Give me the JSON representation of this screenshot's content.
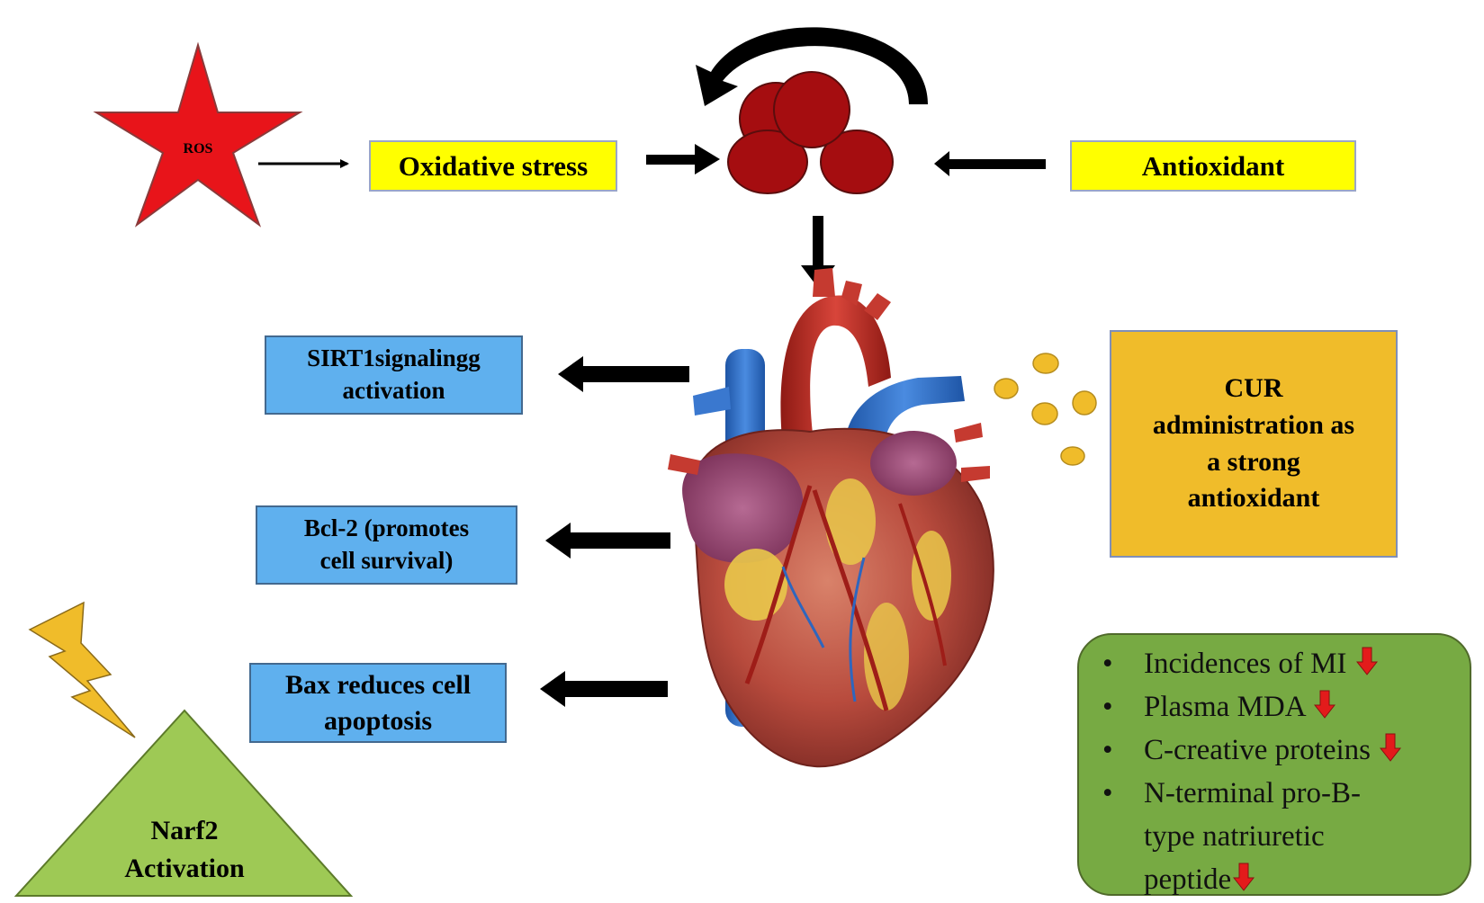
{
  "ros_label": "ROS",
  "oxidative_stress": "Oxidative stress",
  "antioxidant": "Antioxidant",
  "sirt1": {
    "line1": "SIRT1signalingg",
    "line2": "activation"
  },
  "bcl2": {
    "line1": "Bcl-2 (promotes",
    "line2": "cell survival)"
  },
  "bax": {
    "line1": "Bax reduces cell",
    "line2": "apoptosis"
  },
  "cur": {
    "line1": "CUR",
    "line2": "administration as",
    "line3": "a strong",
    "line4": "antioxidant"
  },
  "narf2": {
    "line1": "Narf2",
    "line2": "Activation"
  },
  "outcomes": {
    "bullet": "•",
    "items": [
      {
        "line1": "Incidences of MI",
        "line2": "",
        "line3": ""
      },
      {
        "line1": "Plasma MDA",
        "line2": "",
        "line3": ""
      },
      {
        "line1": "C-creative proteins",
        "line2": "",
        "line3": ""
      },
      {
        "line1": "N-terminal pro-B-",
        "line2": "type natriuretic",
        "line3": "peptide"
      }
    ]
  },
  "colors": {
    "ros_star": "#e8141a",
    "yellow_box": "#ffff00",
    "blue_box": "#5fb0ee",
    "orange_box": "#f0bc2a",
    "green_triangle": "#9ec955",
    "green_panel": "#77aa43",
    "blood_cell": "#a50d10",
    "lightning": "#f0bc2a",
    "down_arrow": "#e31b1b"
  }
}
